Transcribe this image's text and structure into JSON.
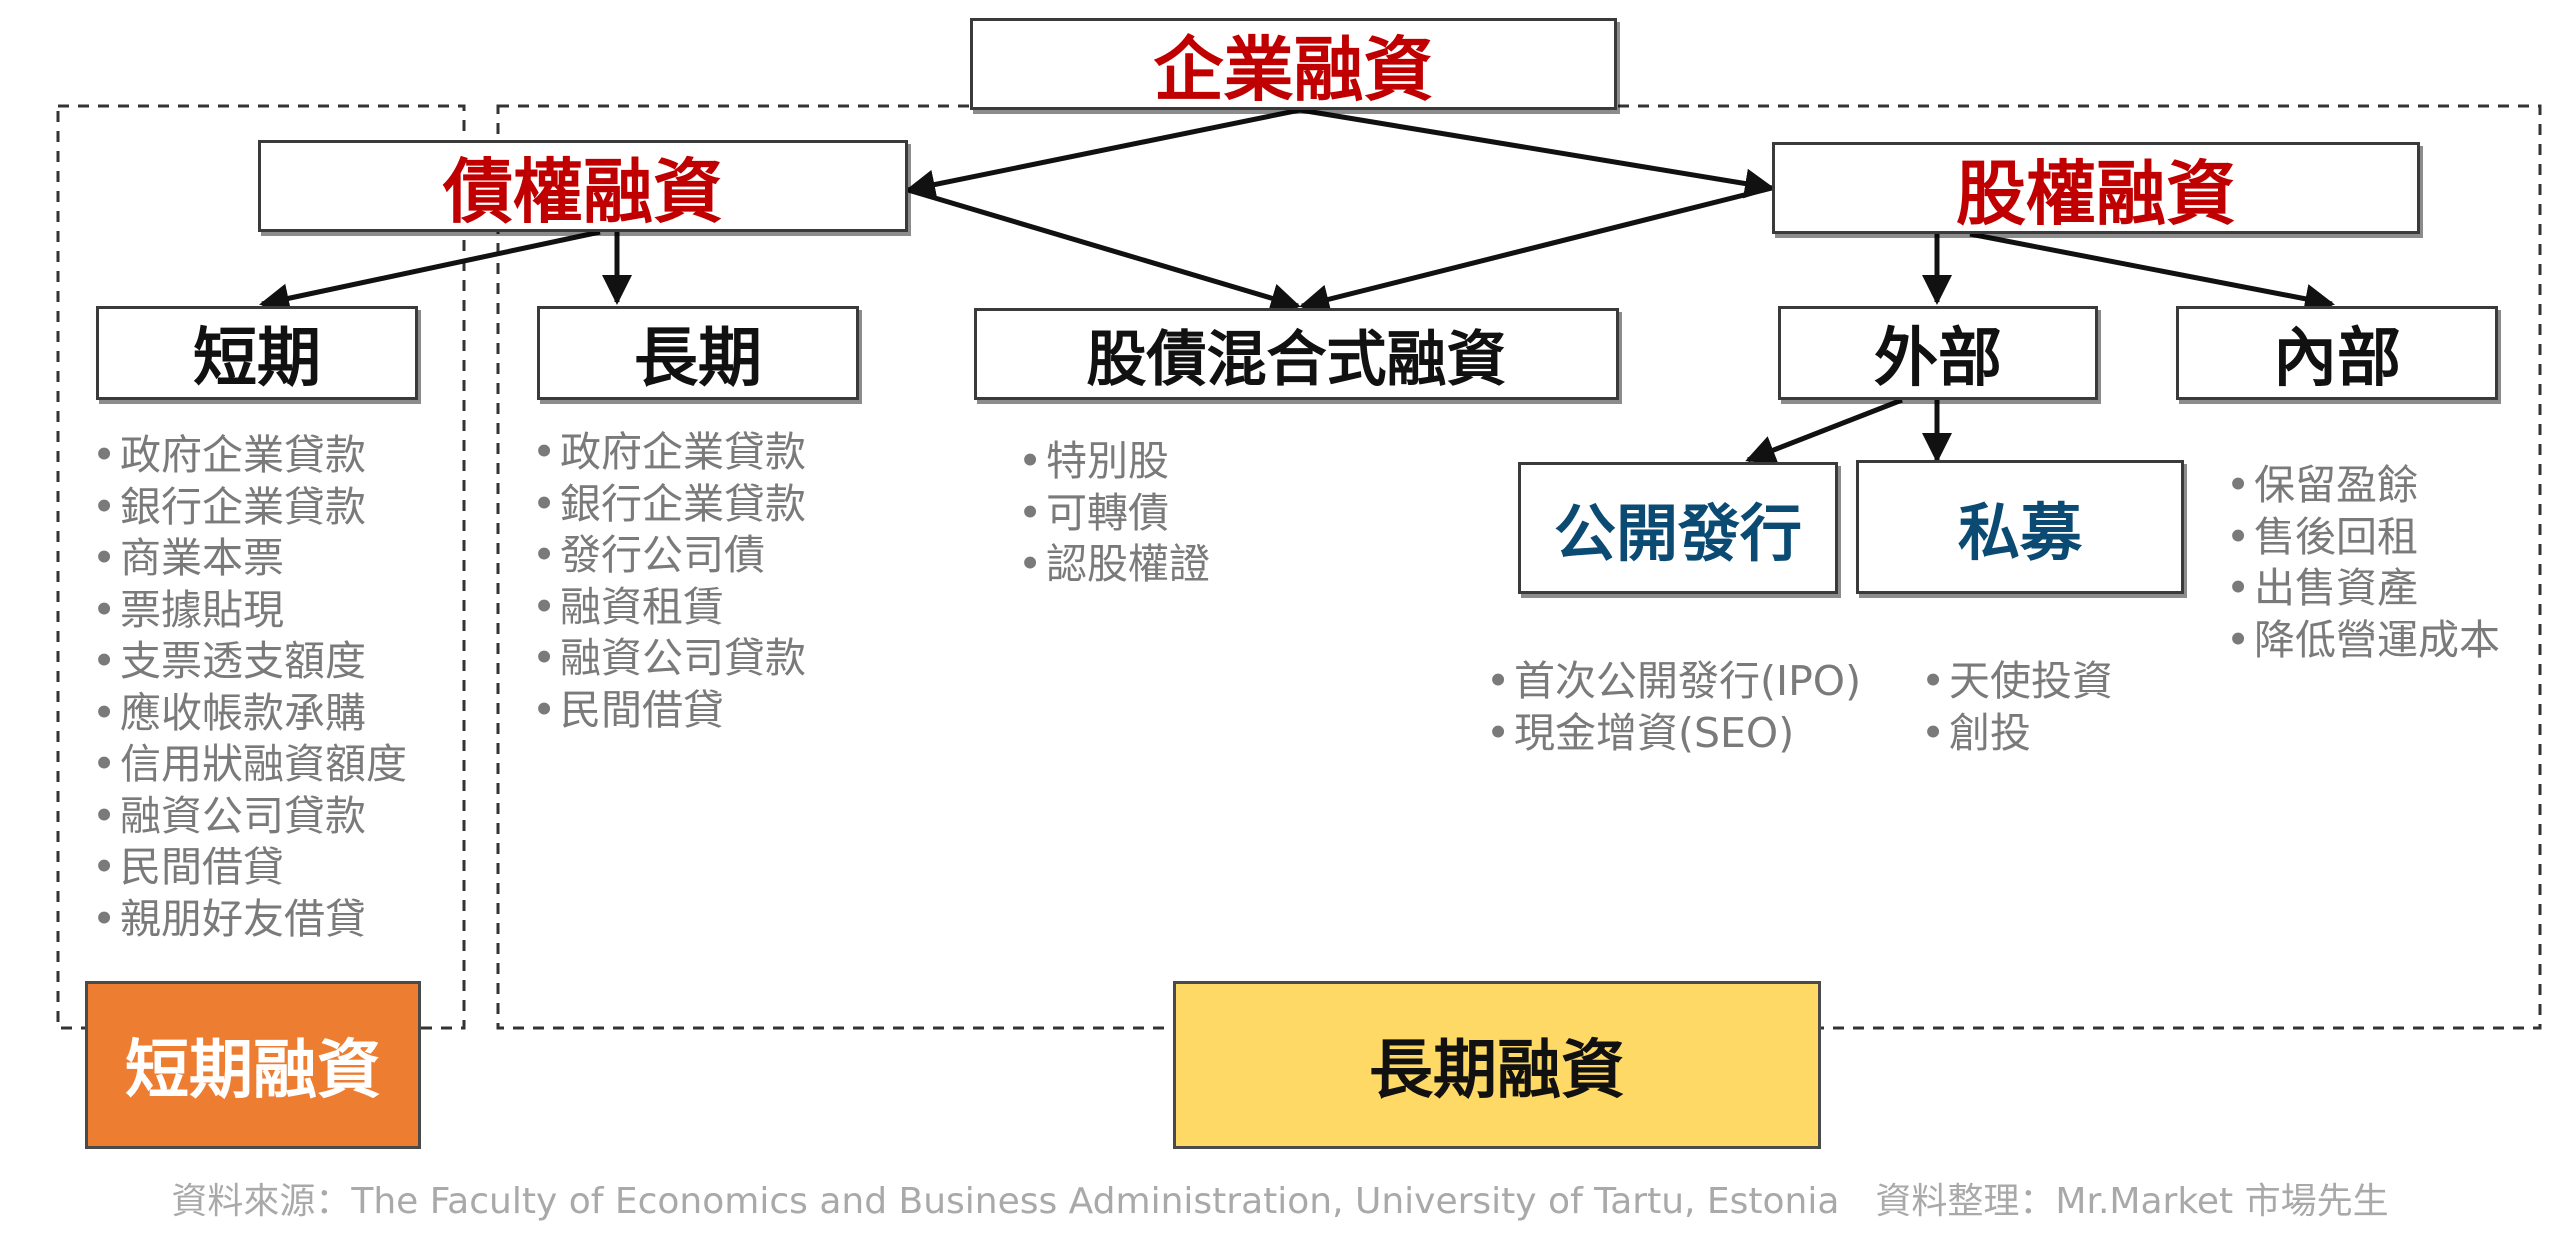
{
  "colors": {
    "heading_red": "#c00000",
    "heading_navy": "#0b4a72",
    "bullet_gray": "#7a7a7a",
    "short_term_fill": "#ed7d31",
    "long_term_fill": "#ffd966",
    "dashed_border": "#333333"
  },
  "root": {
    "label": "企業融資"
  },
  "debt": {
    "label": "債權融資",
    "short_term": {
      "label": "短期",
      "items": [
        "政府企業貸款",
        "銀行企業貸款",
        "商業本票",
        "票據貼現",
        "支票透支額度",
        "應收帳款承購",
        "信用狀融資額度",
        "融資公司貸款",
        "民間借貸",
        "親朋好友借貸"
      ]
    },
    "long_term": {
      "label": "長期",
      "items": [
        "政府企業貸款",
        "銀行企業貸款",
        "發行公司債",
        "融資租賃",
        "融資公司貸款",
        "民間借貸"
      ]
    }
  },
  "hybrid": {
    "label": "股債混合式融資",
    "items": [
      "特別股",
      "可轉債",
      "認股權證"
    ]
  },
  "equity": {
    "label": "股權融資",
    "external": {
      "label": "外部",
      "public": {
        "label": "公開發行",
        "items": [
          "首次公開發行(IPO)",
          "現金增資(SEO)"
        ]
      },
      "private": {
        "label": "私募",
        "items": [
          "天使投資",
          "創投"
        ]
      }
    },
    "internal": {
      "label": "內部",
      "items": [
        "保留盈餘",
        "售後回租",
        "出售資產",
        "降低營運成本"
      ]
    }
  },
  "badges": {
    "short_term_financing": "短期融資",
    "long_term_financing": "長期融資"
  },
  "footer": {
    "source": "資料來源：The Faculty of Economics and Business Administration, University of Tartu, Estonia　資料整理：Mr.Market 市場先生"
  }
}
